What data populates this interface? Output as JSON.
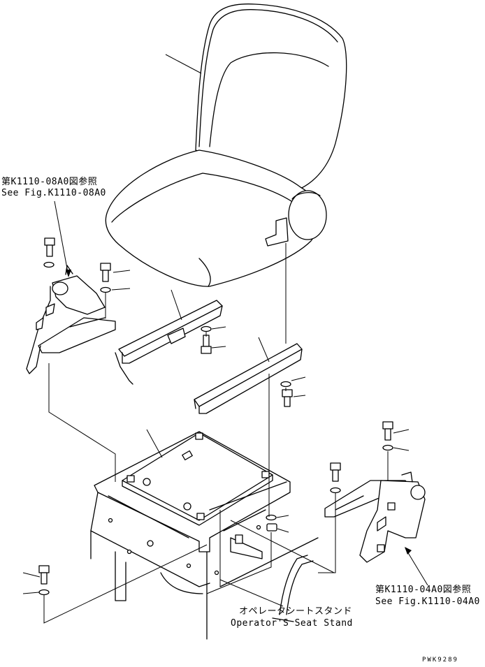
{
  "labels": {
    "ref_left_jp": "第K1110-08A0図参照",
    "ref_left_en": "See Fig.K1110-08A0",
    "ref_right_jp": "第K1110-04A0図参照",
    "ref_right_en": "See Fig.K1110-04A0",
    "stand_jp": "オペレータシートスタンド",
    "stand_en": "Operator'S Seat Stand",
    "drawing_code": "PWK9289"
  }
}
